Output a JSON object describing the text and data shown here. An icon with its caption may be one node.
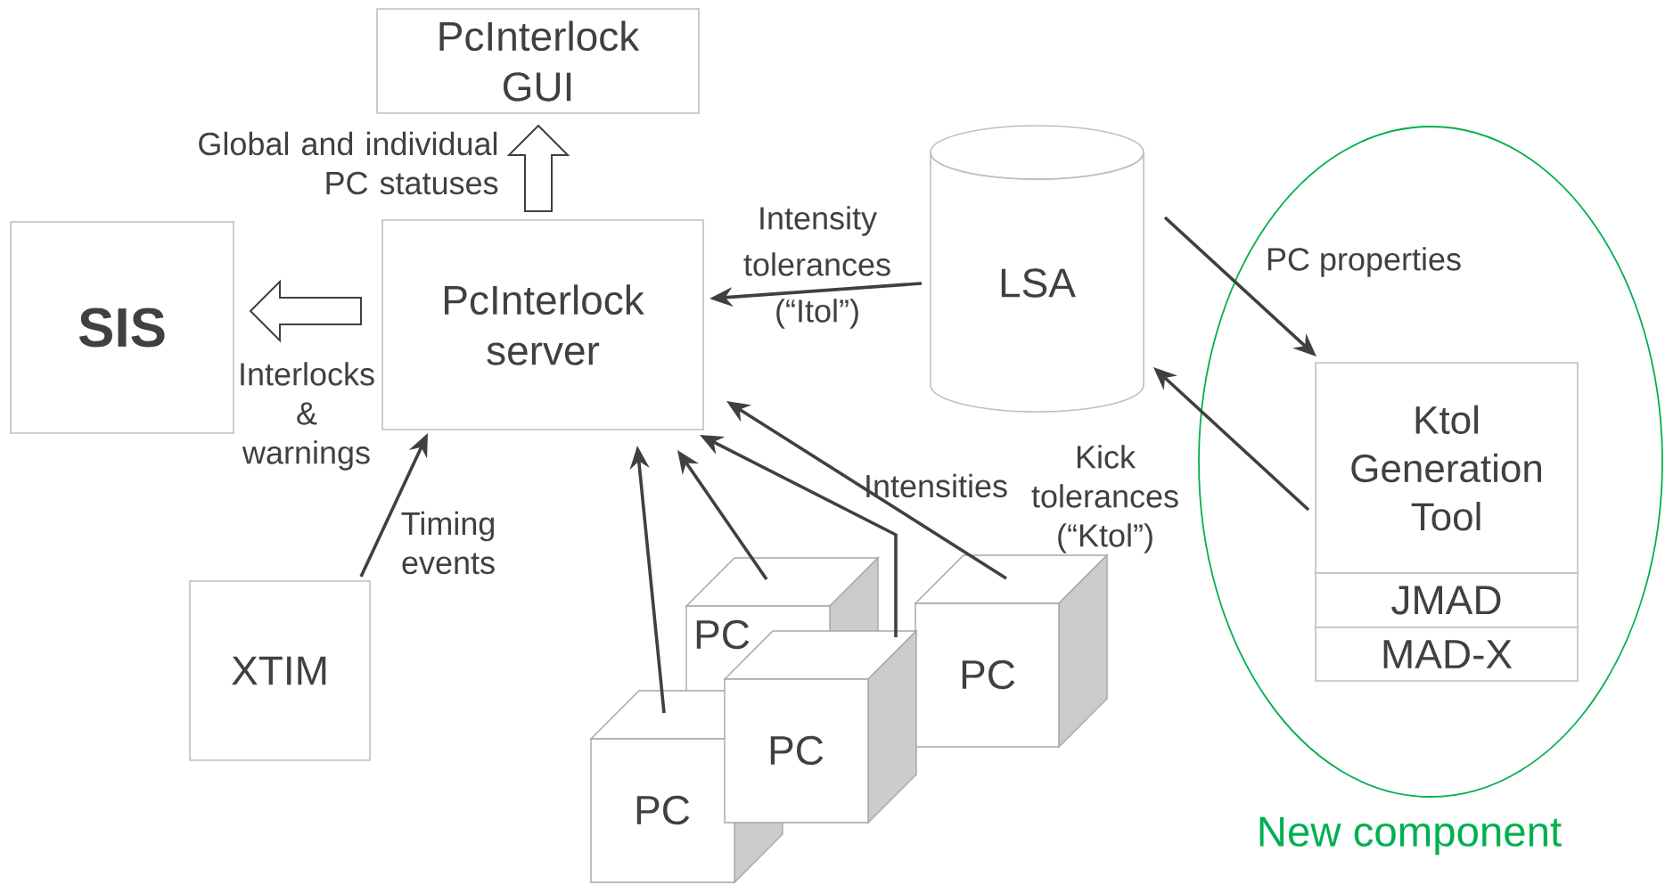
{
  "diagram": {
    "nodes": [
      {
        "text": [
          "PcInterlock GUI"
        ]
      },
      {
        "text": [
          "PcInterlock server"
        ]
      },
      {
        "text": [
          "SIS"
        ]
      },
      {
        "text": [
          "LSA"
        ]
      },
      {
        "text": [
          "XTIM"
        ]
      },
      {
        "text": [
          "New component"
        ]
      },
      {
        "text": [
          "Ktol Generation Tool"
        ],
        "in": 5
      },
      {
        "text": [
          "JMAD"
        ],
        "in": 5
      },
      {
        "text": [
          "MAD-X"
        ],
        "in": 5
      },
      {
        "text": [
          "PC"
        ]
      },
      {
        "text": [
          "PC"
        ]
      },
      {
        "text": [
          "PC"
        ]
      },
      {
        "text": [
          "PC"
        ]
      }
    ],
    "edges": [
      {
        "from": 1,
        "to": 0,
        "arrow": "to",
        "style": "thick",
        "label": "Global and individual PC statuses"
      },
      {
        "from": 1,
        "to": 2,
        "arrow": "to",
        "style": "thick",
        "label": "Interlocks & warnings"
      },
      {
        "from": 3,
        "to": 1,
        "arrow": "to",
        "label": "Intensity tolerances (“Itol”)"
      },
      {
        "from": 4,
        "to": 1,
        "arrow": "to",
        "label": "Timing events"
      },
      {
        "from": 11,
        "to": 1,
        "arrow": "to"
      },
      {
        "from": 9,
        "to": 1,
        "arrow": "to"
      },
      {
        "from": 12,
        "to": 1,
        "arrow": "to"
      },
      {
        "from": 10,
        "to": 1,
        "arrow": "to",
        "label": "Intensities"
      },
      {
        "from": 3,
        "to": 6,
        "arrow": "to",
        "label": "PC properties"
      },
      {
        "from": 6,
        "to": 3,
        "arrow": "to",
        "label": "Kick tolerances (“Ktol”)"
      }
    ]
  }
}
